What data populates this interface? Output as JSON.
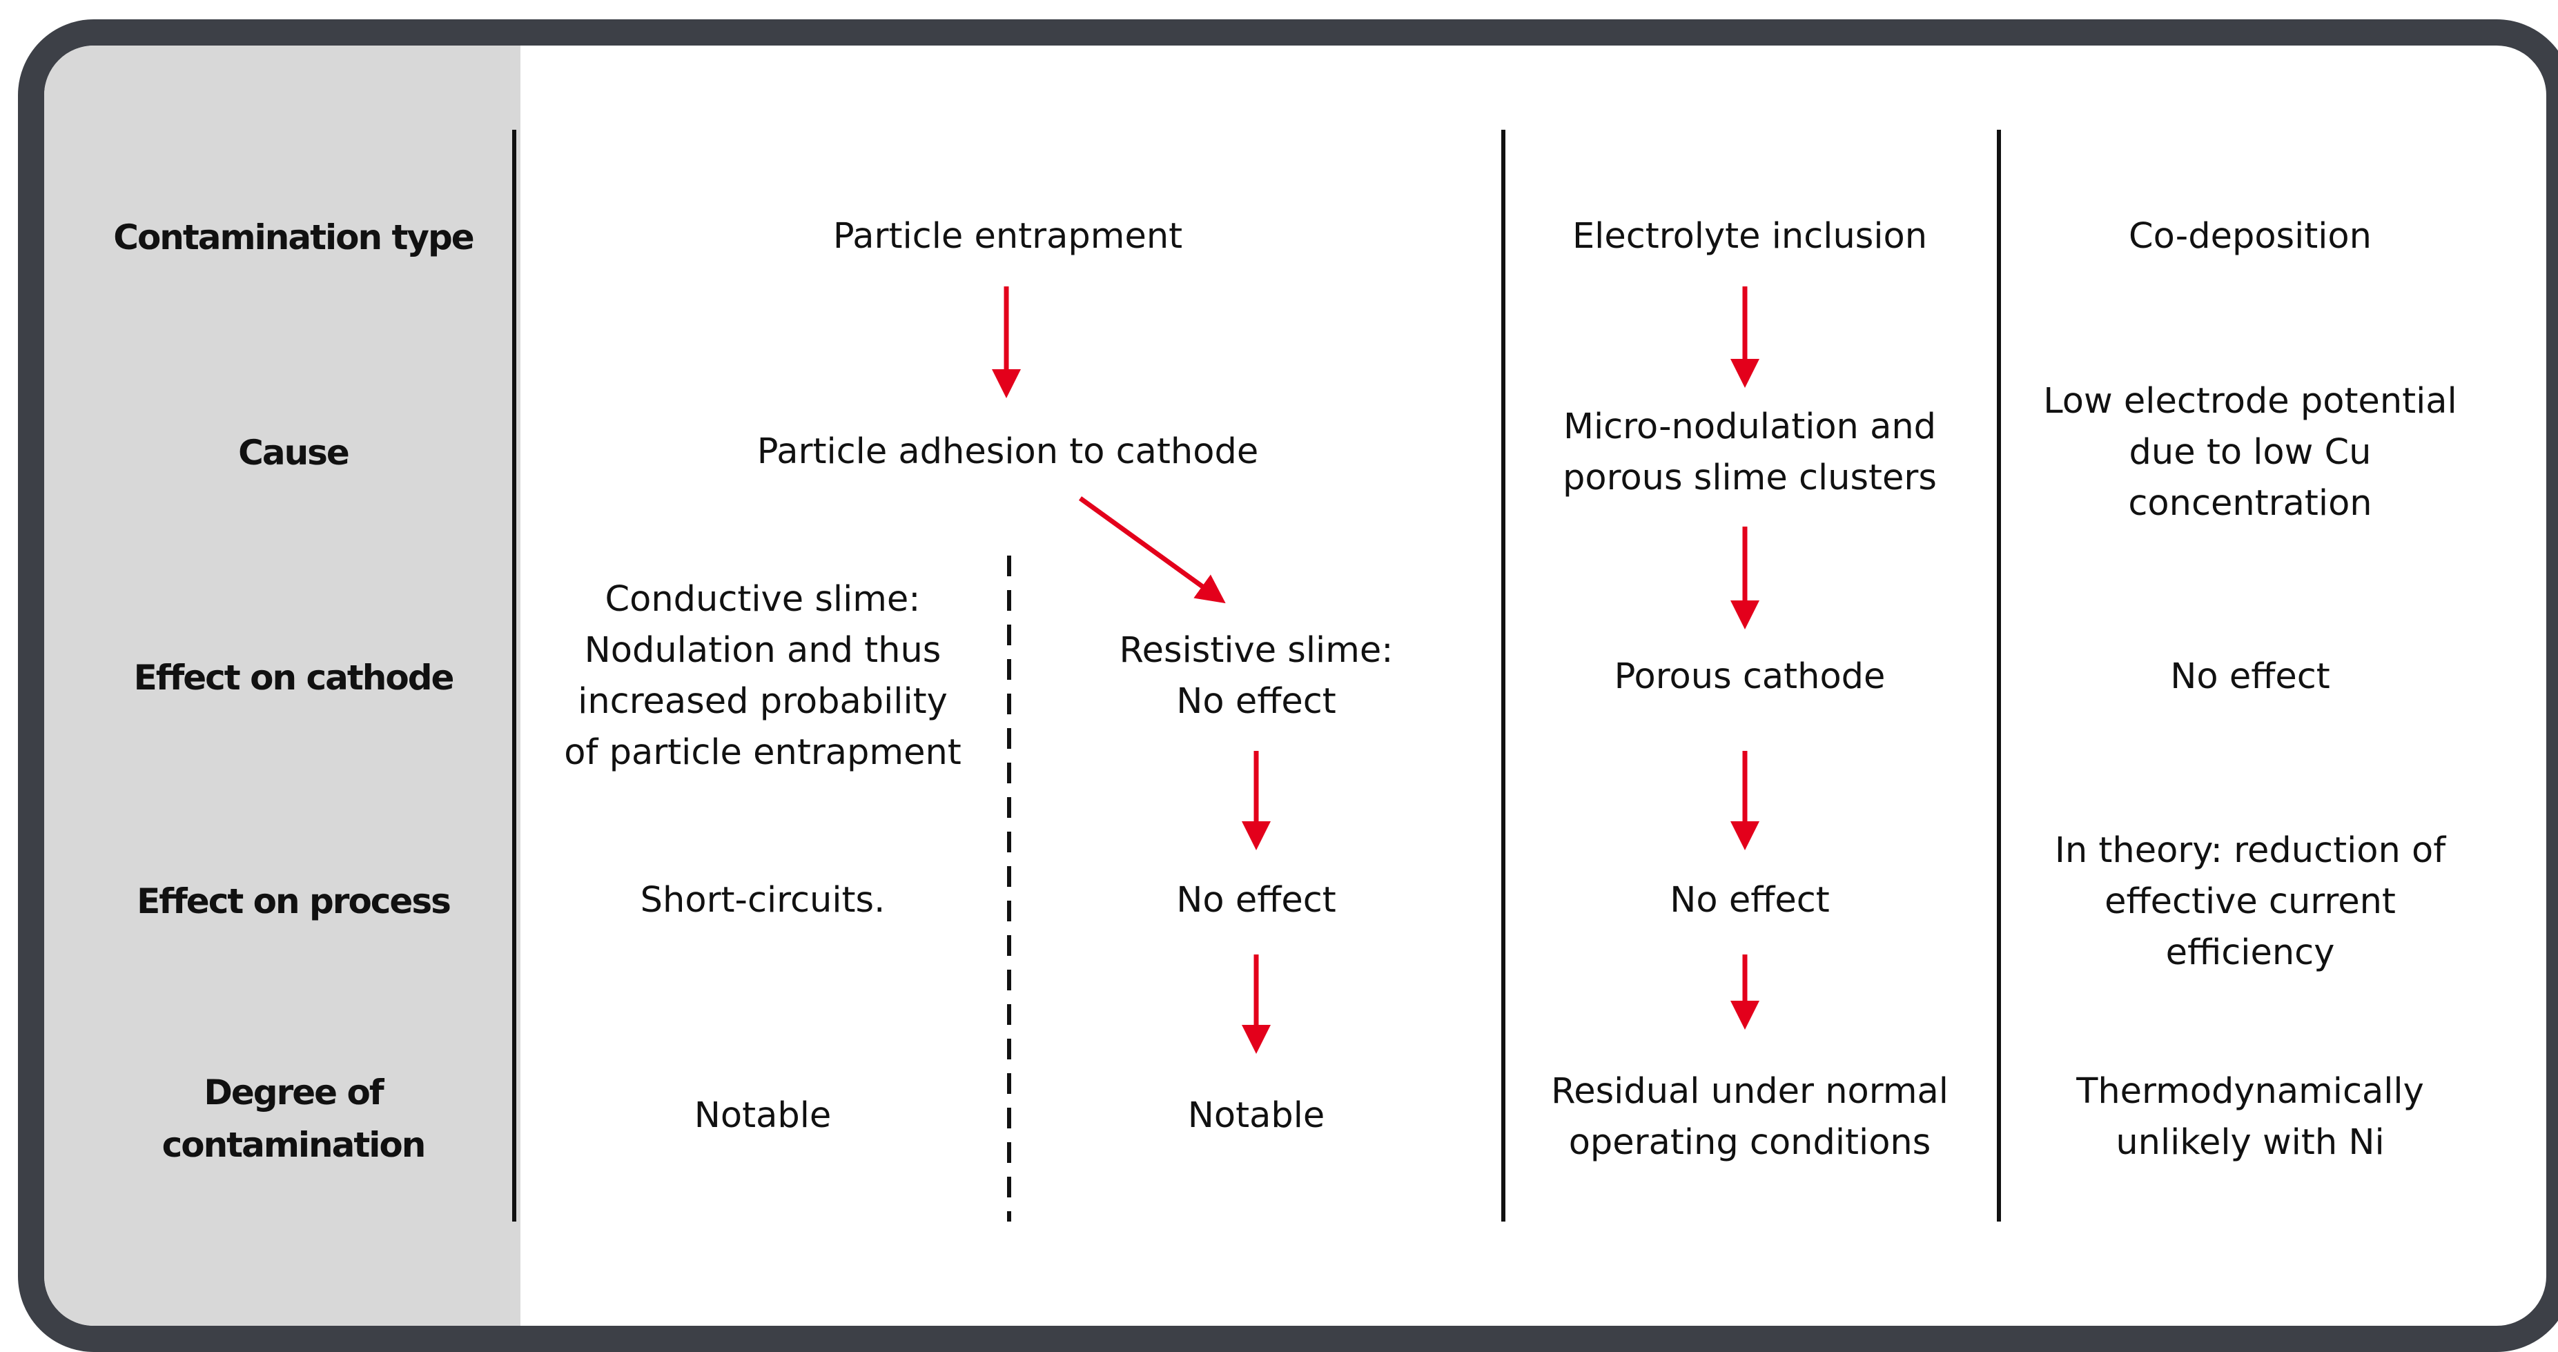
{
  "rows": {
    "contamination_type": "Contamination type",
    "cause": "Cause",
    "effect_on_cathode": "Effect on cathode",
    "effect_on_process": "Effect on process",
    "degree_line1": "Degree of",
    "degree_line2": "contamination"
  },
  "particle": {
    "type": "Particle entrapment",
    "cause": "Particle adhesion to cathode",
    "conductive": {
      "cathode": [
        "Conductive slime:",
        "Nodulation and thus",
        "increased  probability",
        "of particle entrapment"
      ],
      "process": "Short-circuits.",
      "degree": "Notable"
    },
    "resistive": {
      "cathode": [
        "Resistive slime:",
        "No effect"
      ],
      "process": "No effect",
      "degree": "Notable"
    }
  },
  "electrolyte": {
    "type": "Electrolyte inclusion",
    "cause": [
      "Micro-nodulation and",
      "porous slime clusters"
    ],
    "cathode": "Porous cathode",
    "process": "No effect",
    "degree": [
      "Residual under normal",
      "operating conditions"
    ]
  },
  "codeposition": {
    "type": "Co-deposition",
    "cause": [
      "Low electrode potential",
      "due to low Cu",
      "concentration"
    ],
    "cathode": "No effect",
    "process": [
      "In theory: reduction of",
      "effective current",
      "efficiency"
    ],
    "degree": [
      "Thermodynamically",
      "unlikely with Ni"
    ]
  },
  "colors": {
    "arrow": "#e3001b",
    "frame": "#3d4047",
    "sidebar": "#d8d8d8"
  }
}
